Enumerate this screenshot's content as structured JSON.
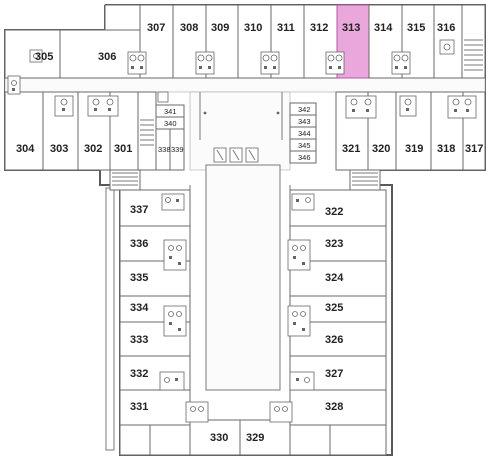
{
  "floor_plan": {
    "highlight_color": "#e9a7db",
    "selected_room": "313",
    "rooms_top_row": [
      "307",
      "308",
      "309",
      "310",
      "311",
      "312",
      "313",
      "314",
      "315",
      "316"
    ],
    "rooms_left_wing": [
      "305",
      "306",
      "304",
      "303",
      "302",
      "301"
    ],
    "rooms_small": [
      "341",
      "340",
      "338",
      "339",
      "342",
      "343",
      "344",
      "345",
      "346"
    ],
    "rooms_right_wing": [
      "321",
      "320",
      "319",
      "318",
      "317"
    ],
    "rooms_south_west": [
      "337",
      "336",
      "335",
      "334",
      "333",
      "332",
      "331",
      "330"
    ],
    "rooms_south_east": [
      "322",
      "323",
      "324",
      "325",
      "326",
      "327",
      "328",
      "329"
    ]
  }
}
